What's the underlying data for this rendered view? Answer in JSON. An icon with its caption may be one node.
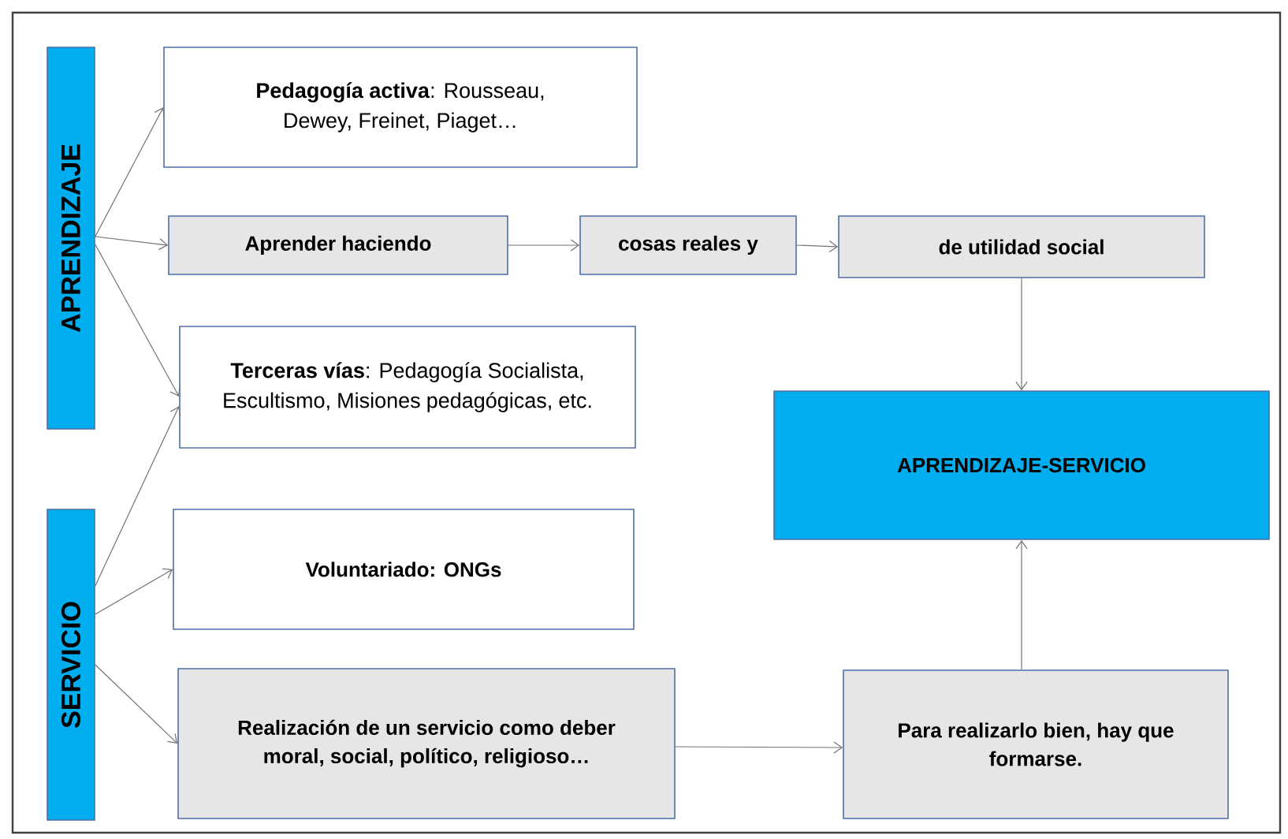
{
  "diagram": {
    "nodes": [
      {
        "text": [
          "APRENDIZAJE"
        ]
      },
      {
        "text": [
          "**Pedagogía activa**: Rousseau, Dewey, Freinet, Piaget…"
        ]
      },
      {
        "text": [
          "Aprender haciendo"
        ]
      },
      {
        "text": [
          "cosas reales y"
        ]
      },
      {
        "text": [
          "de utilidad social"
        ]
      },
      {
        "text": [
          "**Terceras vías**: Pedagogía Socialista, Escultismo, Misiones pedagógicas, etc."
        ]
      },
      {
        "text": [
          "SERVICIO"
        ]
      },
      {
        "text": [
          "Voluntariado: ONGs"
        ]
      },
      {
        "text": [
          "Realización de un servicio como deber moral, social, político, religioso…"
        ]
      },
      {
        "text": [
          "APRENDIZAJE-SERVICIO"
        ]
      },
      {
        "text": [
          "Para realizarlo bien, hay que formarse."
        ]
      }
    ],
    "edges": [
      {
        "from": 0,
        "to": 1,
        "arrow": "to"
      },
      {
        "from": 0,
        "to": 2,
        "arrow": "to"
      },
      {
        "from": 0,
        "to": 5,
        "arrow": "to"
      },
      {
        "from": 6,
        "to": 5,
        "arrow": "to"
      },
      {
        "from": 6,
        "to": 7,
        "arrow": "to"
      },
      {
        "from": 6,
        "to": 8,
        "arrow": "to"
      },
      {
        "from": 2,
        "to": 3,
        "arrow": "to"
      },
      {
        "from": 3,
        "to": 4,
        "arrow": "to"
      },
      {
        "from": 4,
        "to": 9,
        "arrow": "to"
      },
      {
        "from": 8,
        "to": 10,
        "arrow": "to"
      },
      {
        "from": 10,
        "to": 9,
        "arrow": "to"
      }
    ]
  }
}
